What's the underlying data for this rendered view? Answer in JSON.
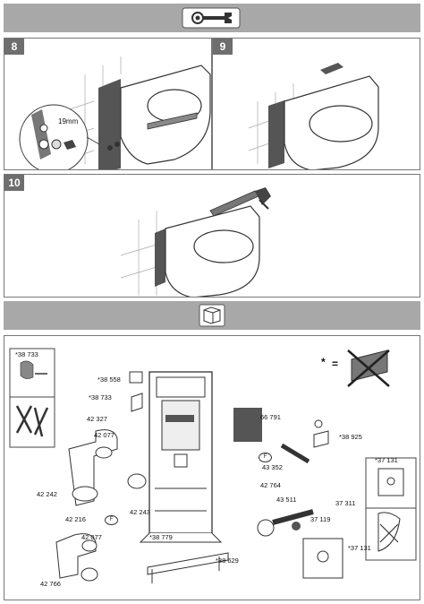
{
  "banners": {
    "tools_icon": "wrench-icon",
    "parts_icon": "box-icon"
  },
  "steps": [
    {
      "number": "8",
      "measure": "19mm"
    },
    {
      "number": "9"
    },
    {
      "number": "10"
    }
  ],
  "exclusion_legend": {
    "asterisk": "*",
    "equals": "="
  },
  "inset_left": {
    "ref": "*38 733"
  },
  "inset_right": {
    "ref": "*37 131"
  },
  "flush_mark": "F",
  "part_labels": {
    "p38558": "*38 558",
    "p38733": "*38 733",
    "p42327": "42 327",
    "p42077a": "42 077",
    "p66791": "66 791",
    "p43352": "43 352",
    "p38925": "*38 925",
    "p42242": "42 242",
    "p42764": "42 764",
    "p43511": "43 511",
    "p37311": "37 311",
    "p37119": "37 119",
    "p42243": "42 243",
    "p42216": "42 216",
    "p42077b": "42 077",
    "p38779": "*38 779",
    "p38629": "*38 629",
    "p37131": "*37 131",
    "p42766": "42 766"
  },
  "colors": {
    "banner": "#a8a8a8",
    "step_badge": "#6e6e6e",
    "border": "#777777"
  }
}
